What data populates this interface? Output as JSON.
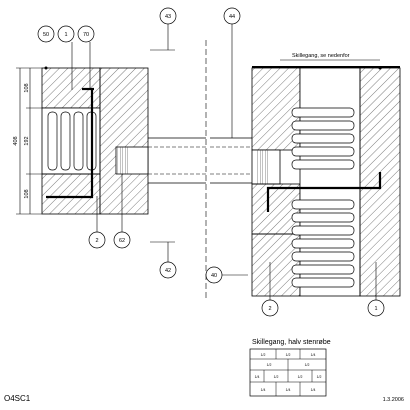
{
  "drawing": {
    "code": "O4SC1",
    "date": "1.3.2006",
    "note_top": "Skillegang, se nedenfor",
    "dimensions": [
      "108",
      "192",
      "108",
      "408"
    ],
    "callouts": [
      "50",
      "1",
      "70",
      "43",
      "44",
      "2",
      "62",
      "42",
      "40",
      "2",
      "1"
    ]
  },
  "legend": {
    "title": "Skillegang, halv stenrøbe",
    "cells": [
      "1/2",
      "1/2",
      "1/4",
      "1/2",
      "1/2",
      "1/4",
      "1/2",
      "1/2",
      "1/2",
      "1/4",
      "1/4",
      "1/4"
    ]
  }
}
